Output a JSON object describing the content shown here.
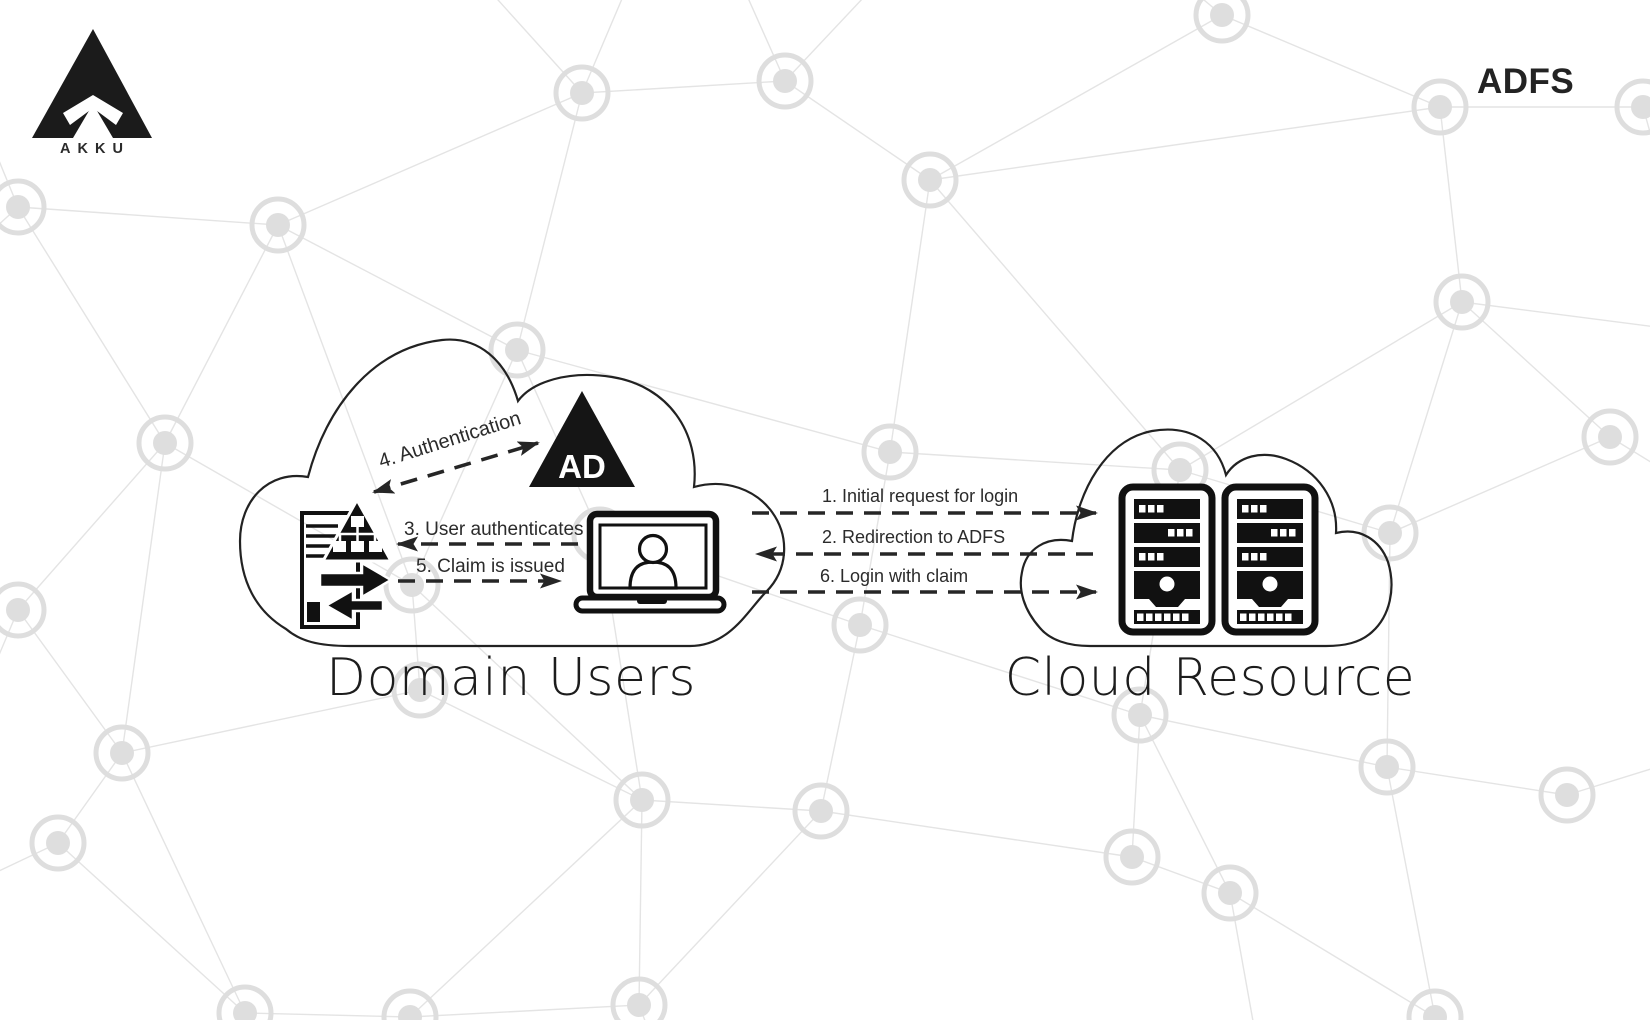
{
  "brand": {
    "logo_text": "AKKU",
    "page_title": "ADFS"
  },
  "diagram": {
    "left_cloud": {
      "label": "Domain Users",
      "ad_badge": "AD"
    },
    "right_cloud": {
      "label": "Cloud Resource"
    },
    "flows": [
      {
        "id": 1,
        "label": "1. Initial request for login",
        "from": "domain-user-laptop",
        "to": "cloud-resource",
        "direction": "right"
      },
      {
        "id": 2,
        "label": "2. Redirection to ADFS",
        "from": "cloud-resource",
        "to": "domain-user-laptop",
        "direction": "left"
      },
      {
        "id": 3,
        "label": "3. User authenticates",
        "from": "domain-user-laptop",
        "to": "adfs-server",
        "direction": "left"
      },
      {
        "id": 4,
        "label": "4. Authentication",
        "from": "adfs-server",
        "to": "active-directory",
        "direction": "both"
      },
      {
        "id": 5,
        "label": "5. Claim is issued",
        "from": "adfs-server",
        "to": "domain-user-laptop",
        "direction": "right"
      },
      {
        "id": 6,
        "label": "6. Login with claim",
        "from": "domain-user-laptop",
        "to": "cloud-resource",
        "direction": "right"
      }
    ]
  },
  "colors": {
    "ink": "#1a1a1a",
    "label_text": "#2b2b2b",
    "mesh_line": "#e4e4e4",
    "mesh_node": "#dedede",
    "background": "#ffffff"
  }
}
